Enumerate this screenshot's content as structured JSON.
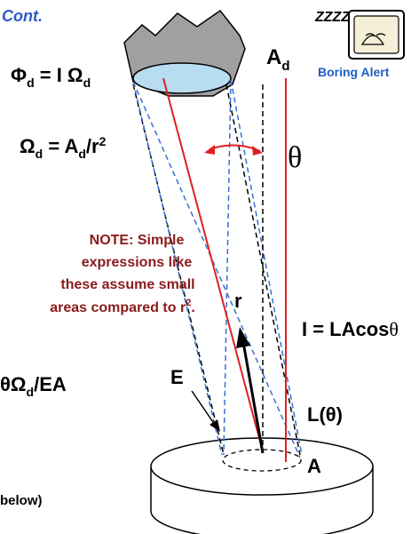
{
  "header": {
    "cont_label": "Cont."
  },
  "alert": {
    "label": "Boring Alert",
    "zzz_text": "ZZZZ",
    "badge_color": "#2060c0"
  },
  "equations": {
    "phi_lhs": "Φ",
    "phi_sub": "d",
    "phi_rhs_main": " = I Ω",
    "phi_rhs_sub": "d",
    "omega_lhs": "Ω",
    "omega_lhs_sub": "d",
    "omega_eq": " = A",
    "omega_ad_sub": "d",
    "omega_div": "/r",
    "omega_sup": "2",
    "partial_lhs": "θΩ",
    "partial_sub": "d",
    "partial_rhs": "/EA",
    "intensity_main": "I = LAcos",
    "intensity_theta": "θ"
  },
  "note": {
    "line1": "NOTE: Simple",
    "line2": "expressions like",
    "line3": "these assume small",
    "line4": "areas compared to r",
    "line4_sup": "2",
    "line4_end": ".",
    "color": "#8b1a1a"
  },
  "labels": {
    "ad_main": "A",
    "ad_sub": "d",
    "theta": "θ",
    "r": "r",
    "e": "E",
    "l_theta": "L(θ)",
    "a": "A",
    "below": "below)"
  },
  "colors": {
    "red_line": "#e02020",
    "blue_dash": "#3a6fd0",
    "detector_body": "#a0a0a0",
    "detector_lens": "#b8dcf0"
  }
}
